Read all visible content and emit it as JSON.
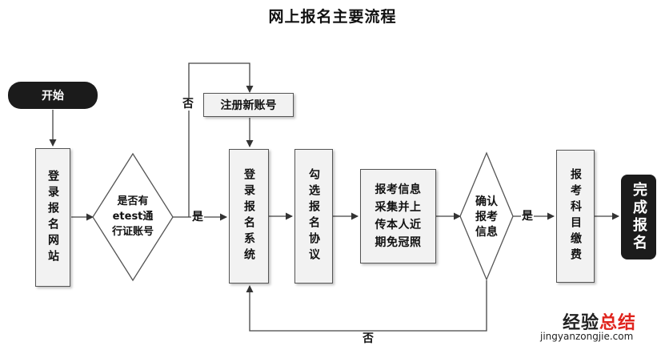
{
  "title": "网上报名主要流程",
  "nodes": {
    "start": "开始",
    "login_site": "登录报名网站",
    "has_account": "是否有\netest通\n行证账号",
    "register": "注册新账号",
    "login_system": "登录报名系统",
    "agreement": "勾选报名协议",
    "upload": "报考信息\n采集并上\n传本人近\n期免冠照",
    "confirm": "确认\n报考\n信息",
    "payment": "报考科目缴费",
    "done": "完成报名"
  },
  "edges": {
    "yes_1": "是",
    "no_1": "否",
    "yes_2": "是",
    "no_2": "否"
  },
  "watermark": {
    "line1_a": "经验",
    "line1_b": "总结",
    "line2": "jingyanzongjie.com",
    "color_main": "#222222",
    "color_accent": "#e0241d"
  }
}
